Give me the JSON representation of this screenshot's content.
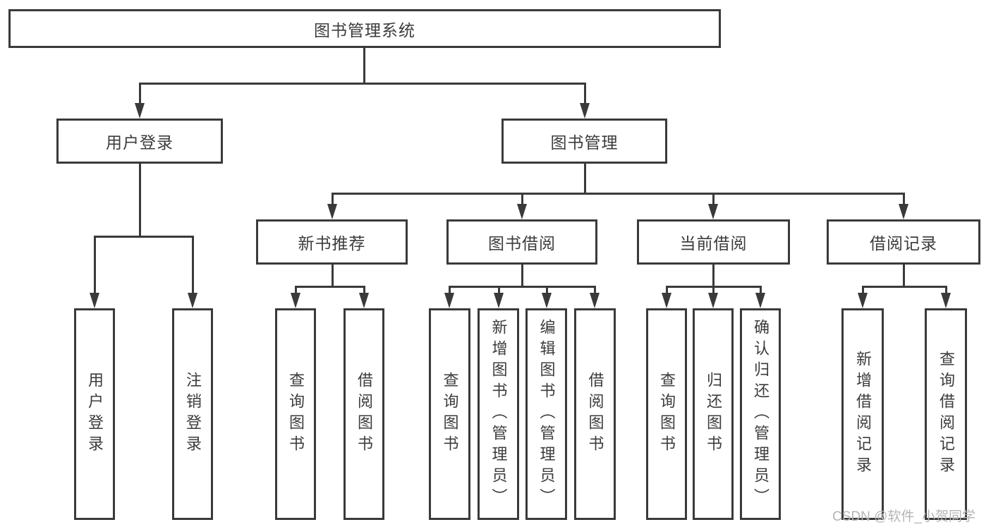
{
  "tree": {
    "root": "图书管理系统",
    "level1": [
      {
        "label": "用户登录"
      },
      {
        "label": "图书管理"
      }
    ],
    "level2": [
      {
        "label": "新书推荐"
      },
      {
        "label": "图书借阅"
      },
      {
        "label": "当前借阅"
      },
      {
        "label": "借阅记录"
      }
    ],
    "leaves": {
      "login": [
        "用户登录",
        "注销登录"
      ],
      "recommend": [
        "查询图书",
        "借阅图书"
      ],
      "borrow": [
        "查询图书",
        "新增图书（管理员）",
        "编辑图书（管理员）",
        "借阅图书"
      ],
      "current": [
        "查询图书",
        "归还图书",
        "确认归还（管理员）"
      ],
      "records": [
        "新增借阅记录",
        "查询借阅记录"
      ]
    }
  },
  "watermark": {
    "text": "CSDN @软件_小贺同学"
  },
  "colors": {
    "line": "#3a3a3a",
    "text": "#3c3c3c",
    "watermark": "#b5b5b5",
    "background": "#ffffff"
  }
}
